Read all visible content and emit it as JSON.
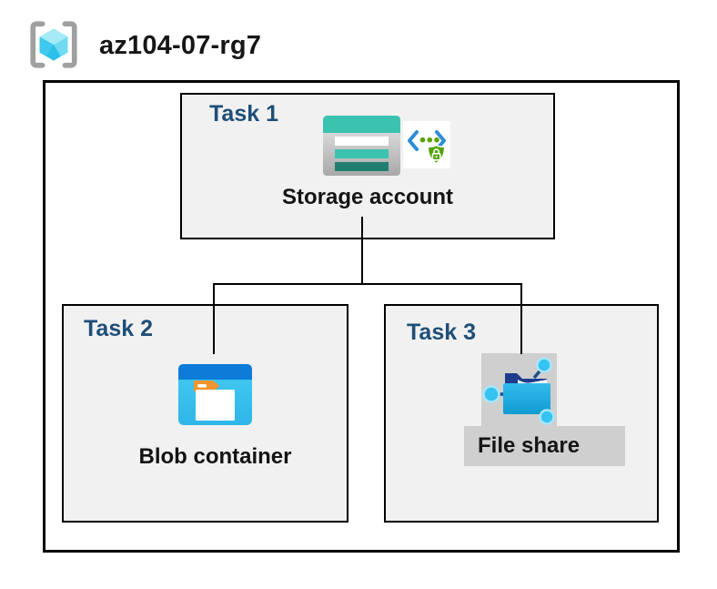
{
  "diagram": {
    "resource_group": {
      "name": "az104-07-rg7",
      "icon": "resource-group-icon"
    },
    "tasks": [
      {
        "label": "Task 1",
        "item": "Storage account",
        "icons": [
          "storage-account-icon",
          "private-endpoint-icon"
        ]
      },
      {
        "label": "Task 2",
        "item": "Blob container",
        "icons": [
          "blob-container-icon"
        ]
      },
      {
        "label": "Task 3",
        "item": "File share",
        "icons": [
          "file-share-icon"
        ]
      }
    ],
    "connections": [
      {
        "from": "Storage account",
        "to": "Blob container"
      },
      {
        "from": "Storage account",
        "to": "File share"
      }
    ],
    "colors": {
      "task_label_navy": "#1F4E79",
      "task_box_fill": "#F1F1F1",
      "border_black": "#000000",
      "selection_gray": "#CFCFCF",
      "storage_teal": "#3CC3B0",
      "storage_teal_dark": "#217F72",
      "blob_header_blue": "#0C7CD8",
      "blob_body_blue": "#38C3EE",
      "folder_tab_orange": "#F0952F",
      "fileshare_navy": "#1E3C8C",
      "fileshare_cyan": "#35C3F2",
      "endpoint_bracket_blue": "#2E8DD8",
      "shield_green": "#55A305",
      "cube_cyan": "#53D2F0",
      "bracket_gray": "#A0A0A0"
    }
  }
}
